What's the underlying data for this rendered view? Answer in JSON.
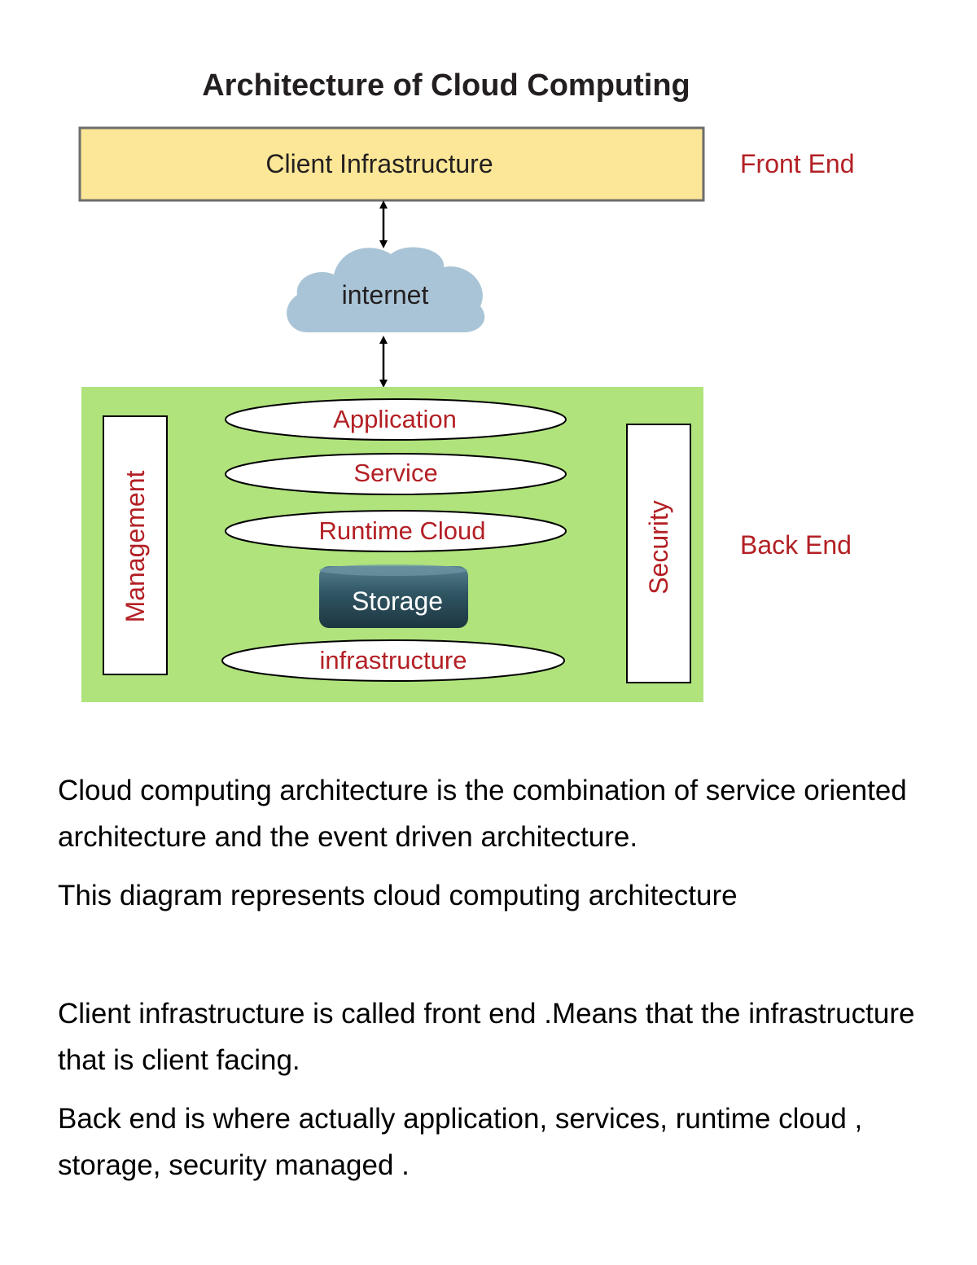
{
  "diagram": {
    "title": "Architecture of Cloud Computing",
    "client_infrastructure": "Client Infrastructure",
    "front_end_label": "Front End",
    "internet": "internet",
    "back_end_label": "Back End",
    "management": "Management",
    "security": "Security",
    "layers": {
      "application": "Application",
      "service": "Service",
      "runtime_cloud": "Runtime Cloud",
      "storage": "Storage",
      "infrastructure": "infrastructure"
    },
    "colors": {
      "client_box": "#fbe797",
      "back_end_panel": "#b0e37c",
      "cloud": "#a9c4d6",
      "storage": "#2f4f5c",
      "label_red": "#b32025"
    }
  },
  "text": {
    "p1": "Cloud computing architecture is the combination of service oriented architecture and the event driven architecture.",
    "p2": "This diagram represents cloud computing architecture",
    "p3": "Client infrastructure is called front end .Means that the infrastructure that is client facing.",
    "p4": "Back end is where actually application, services, runtime cloud , storage, security managed ."
  }
}
